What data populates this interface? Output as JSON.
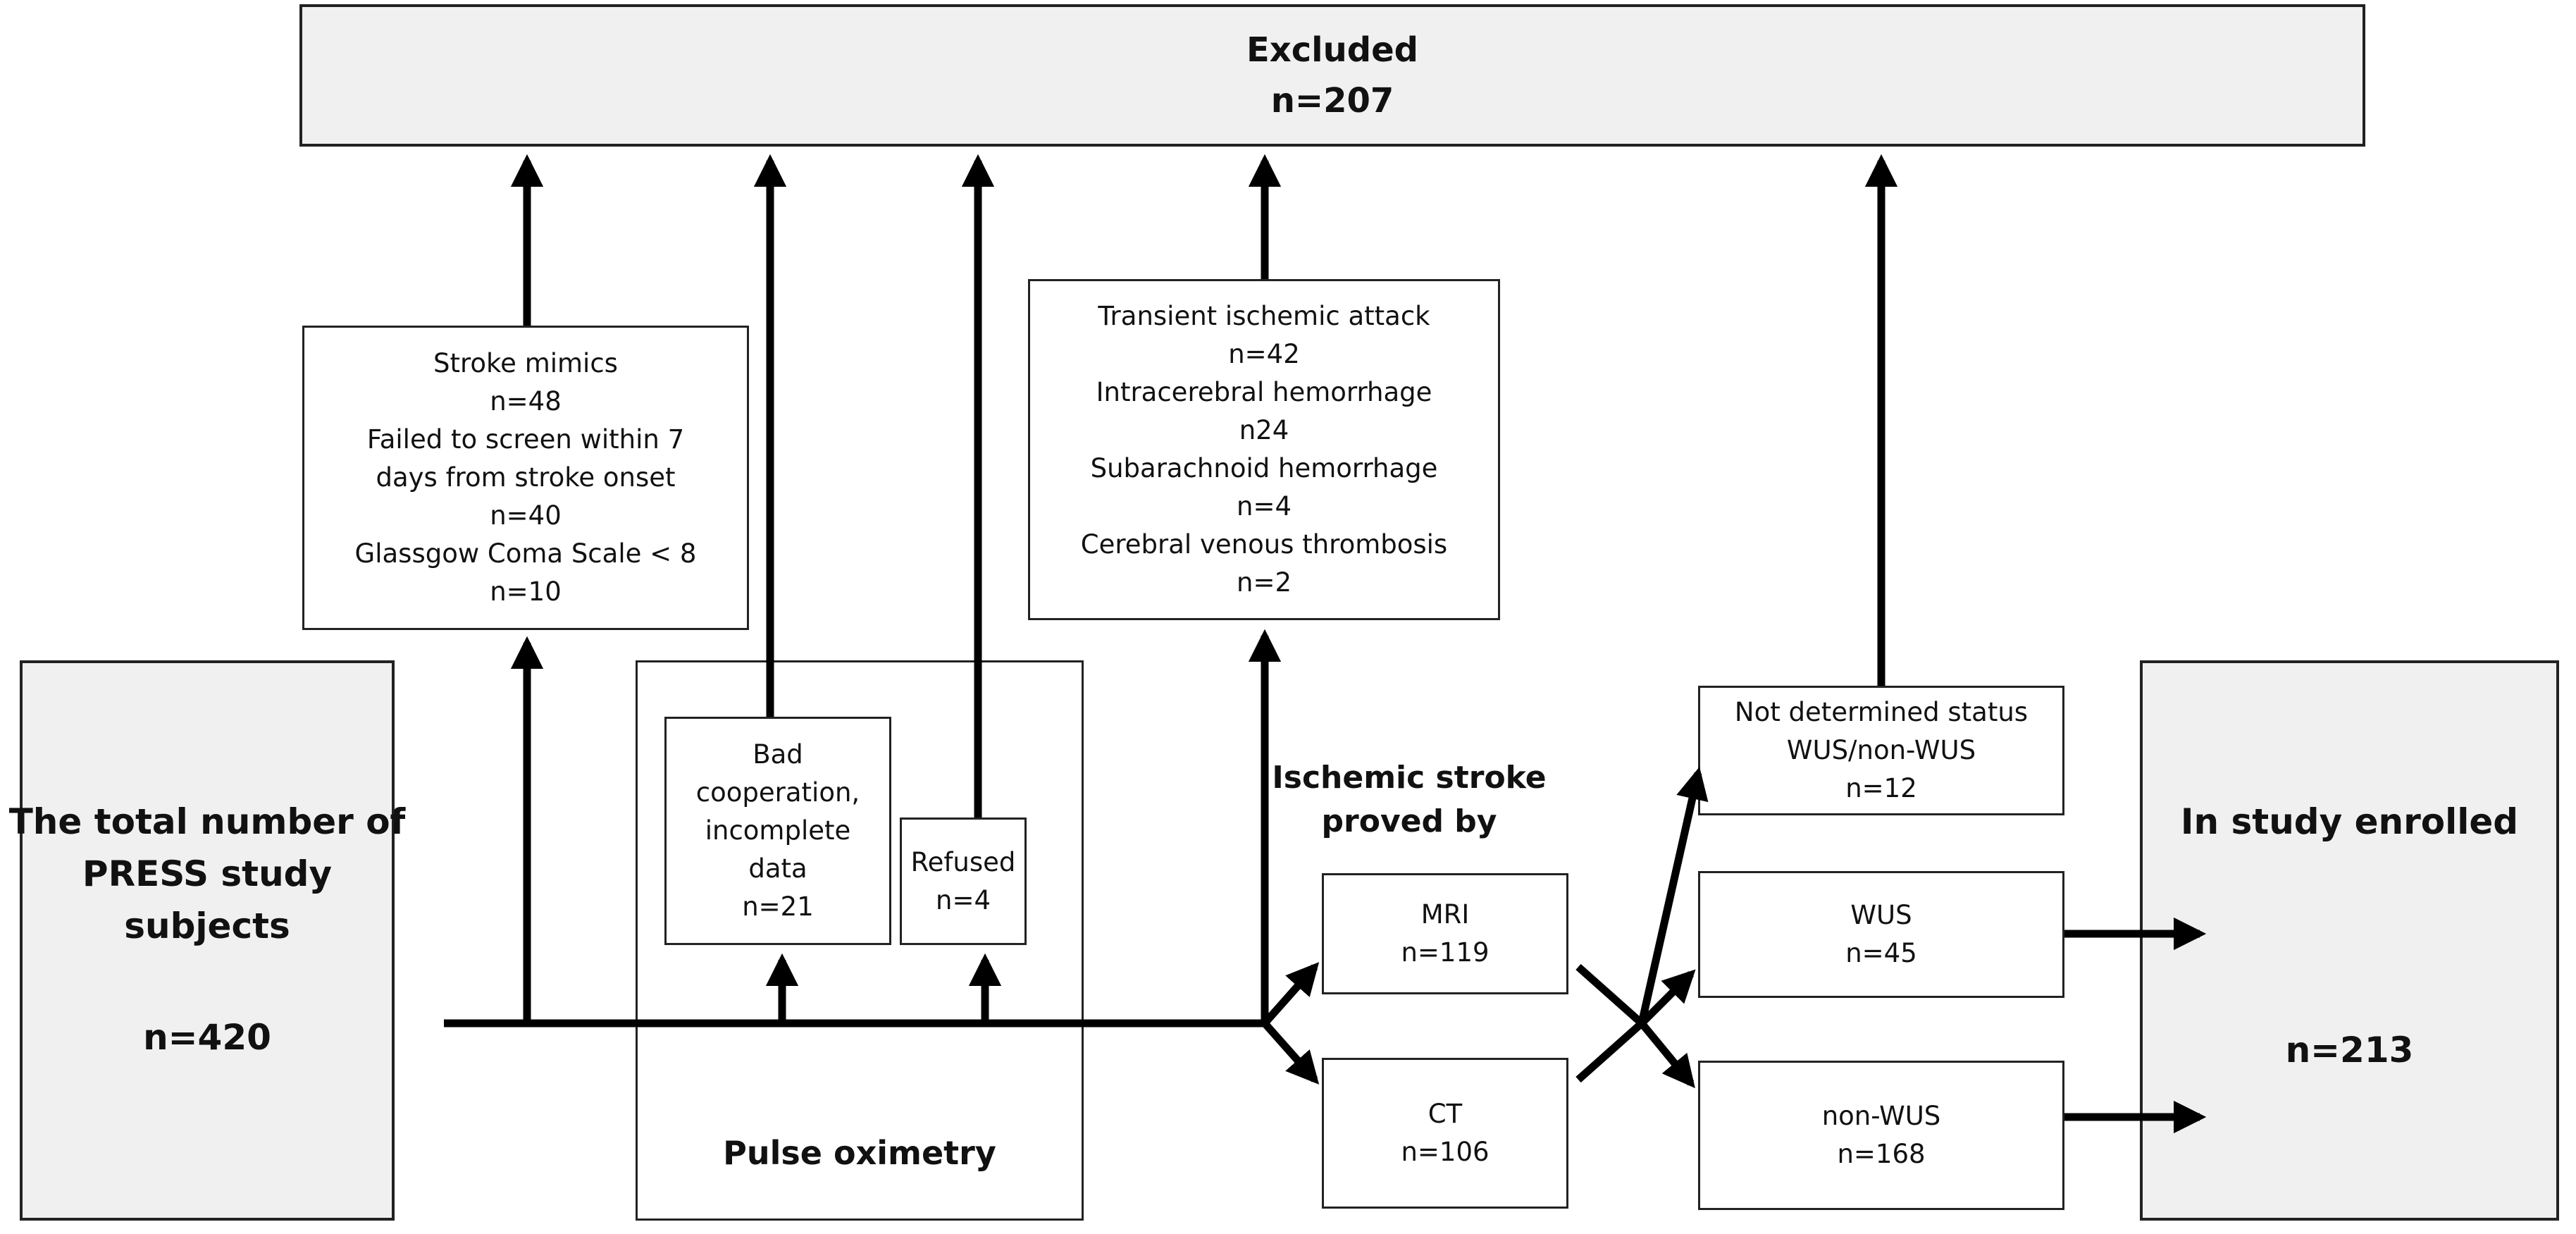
{
  "excluded": {
    "title": "Excluded",
    "count": "n=207"
  },
  "total": {
    "line1": "The total number of",
    "line2": "PRESS study",
    "line3": "subjects",
    "count": "n=420"
  },
  "mimics": [
    "Stroke mimics",
    "n=48",
    "Failed to screen within 7",
    "days from stroke onset",
    "n=40",
    "Glassgow Coma Scale < 8",
    "n=10"
  ],
  "non_ischemic": [
    "Transient ischemic attack",
    "n=42",
    "Intracerebral hemorrhage",
    "n24",
    "Subarachnoid hemorrhage",
    "n=4",
    "Cerebral venous thrombosis",
    "n=2"
  ],
  "pulse_oximetry": {
    "label": "Pulse oximetry"
  },
  "bad_cooperation": [
    "Bad",
    "cooperation,",
    "incomplete",
    "data",
    "n=21"
  ],
  "refused": [
    "Refused",
    "n=4"
  ],
  "ischemic": {
    "line1": "Ischemic stroke",
    "line2": "proved by"
  },
  "mri": {
    "label": "MRI",
    "count": "n=119"
  },
  "ct": {
    "label": "CT",
    "count": "n=106"
  },
  "not_determined": [
    "Not determined status",
    "WUS/non-WUS",
    "n=12"
  ],
  "wus": {
    "label": "WUS",
    "count": "n=45"
  },
  "non_wus": {
    "label": "non-WUS",
    "count": "n=168"
  },
  "enrolled": {
    "title": "In study enrolled",
    "count": "n=213"
  }
}
